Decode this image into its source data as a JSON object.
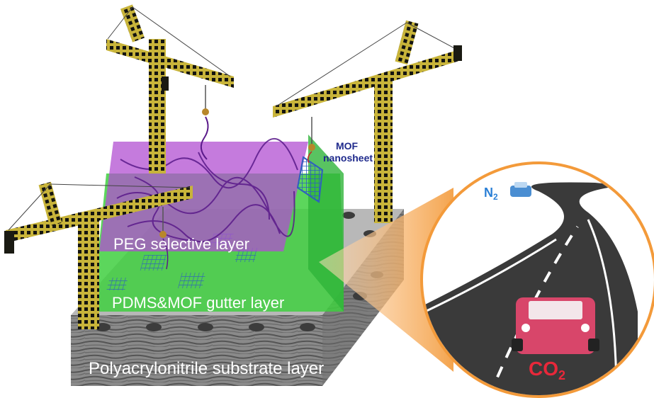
{
  "labels": {
    "peg": "PEG selective layer",
    "pdms": "PDMS&MOF gutter layer",
    "substrate": "Polyacrylonitrile substrate layer",
    "mof_line1": "MOF",
    "mof_line2": "nanosheet",
    "n2_main": "N",
    "n2_sub": "2",
    "co2_main": "CO",
    "co2_sub": "2"
  },
  "colors": {
    "crane_yellow": "#c8b43a",
    "crane_dark": "#1a1a12",
    "peg_purple": "#b14fd1",
    "gutter_green": "#3fcf3f",
    "substrate_gray": "#7d7d7d",
    "mof_blue": "#2e5fbf",
    "label_navy": "#1f2a8c",
    "co2_red": "#e8283a",
    "n2_blue": "#2a7fd6",
    "callout_orange": "#f39a3a",
    "road_dark": "#3a3a3a",
    "car_pink": "#d8466a",
    "car_blue": "#4a8ed2"
  }
}
